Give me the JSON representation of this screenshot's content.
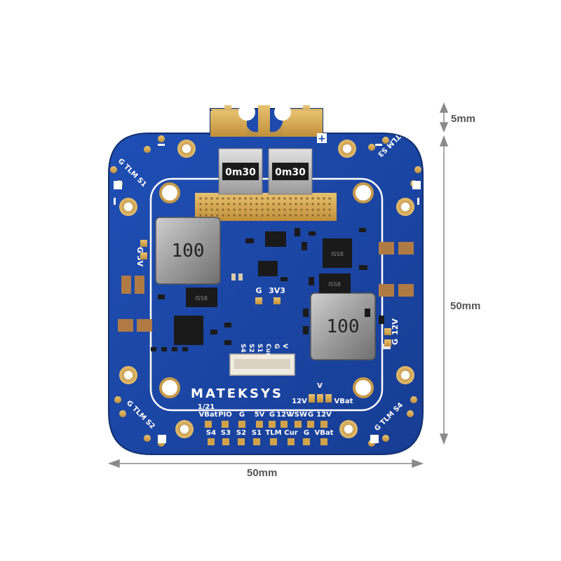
{
  "board": {
    "brand": "MATEKSYS",
    "version": "1/21",
    "shunt_marks": [
      "0m30",
      "0m30"
    ],
    "inductor_marks": [
      "100",
      "100"
    ],
    "regulator_pads": [
      "G",
      "3V3"
    ],
    "left_pad_labels": [
      "G",
      "5V"
    ],
    "right_pad_labels": [
      "G",
      "12V"
    ],
    "corner_labels": {
      "top_left": "G TLM S1",
      "top_right": "G TLM S3",
      "bottom_left": "G TLM S2",
      "bottom_right": "G TLM S4"
    },
    "connector_labels": [
      "S4",
      "S2",
      "S1",
      "Cur",
      "G",
      "V"
    ],
    "jumper_labels": [
      "12V",
      "V",
      "VBat"
    ],
    "pad_row_top": [
      "VBat",
      "PIO",
      "G",
      "5V",
      "G",
      "12V",
      "VSW",
      "G",
      "12V"
    ],
    "pad_row_bottom": [
      "S4",
      "S3",
      "S2",
      "S1",
      "TLM",
      "Cur",
      "G",
      "VBat"
    ],
    "chip_marks": [
      "ISS8",
      "ISS8",
      "ISS8"
    ],
    "polarity": {
      "plus": "+",
      "minus": "−"
    }
  },
  "dimensions": {
    "top_tab": "5mm",
    "height": "50mm",
    "width": "50mm"
  },
  "colors": {
    "pcb": "#1b47a6",
    "copper": "#d2a24a",
    "silkscreen": "#ffffff"
  }
}
